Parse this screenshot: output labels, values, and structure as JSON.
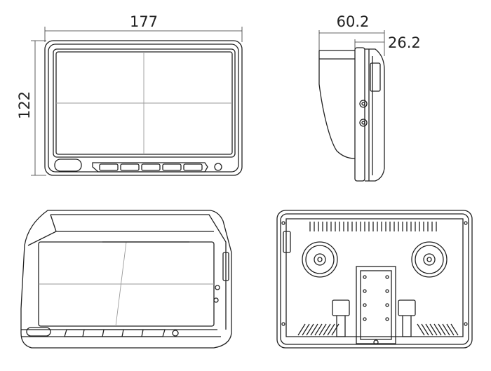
{
  "dimensions": {
    "width": "177",
    "height": "122",
    "depth_with_shade": "60.2",
    "depth_body": "26.2"
  },
  "views": [
    "front-view",
    "side-view",
    "perspective-view",
    "rear-view"
  ]
}
